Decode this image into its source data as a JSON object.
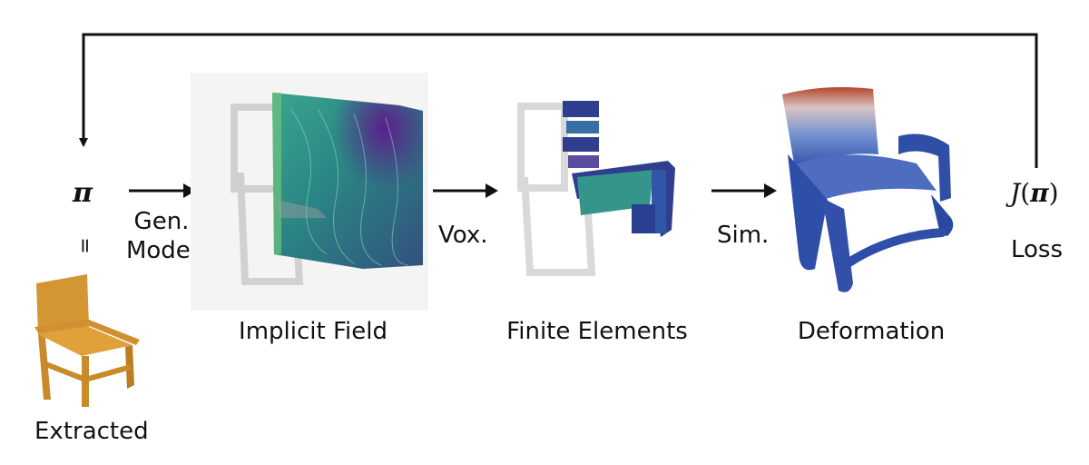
{
  "nodes": {
    "pi": "π",
    "equals": "=",
    "loss_expr_J": "J",
    "loss_expr_open": "(",
    "loss_expr_pi": "π",
    "loss_expr_close": ")",
    "loss": "Loss"
  },
  "arrows": {
    "gen_model_line1": "Gen.",
    "gen_model_line2": "Model",
    "vox": "Vox.",
    "sim": "Sim."
  },
  "captions": {
    "extracted": "Extracted",
    "implicit_field": "Implicit Field",
    "finite_elements": "Finite Elements",
    "deformation": "Deformation"
  },
  "colors": {
    "arrow": "#111111",
    "chair_wood": "#d8962e",
    "field_teal": "#2a8a84",
    "field_purple": "#5b1e8c",
    "fem_blue": "#2f3e8e",
    "deform_blue": "#2e4fa8",
    "deform_red": "#b5452a"
  }
}
